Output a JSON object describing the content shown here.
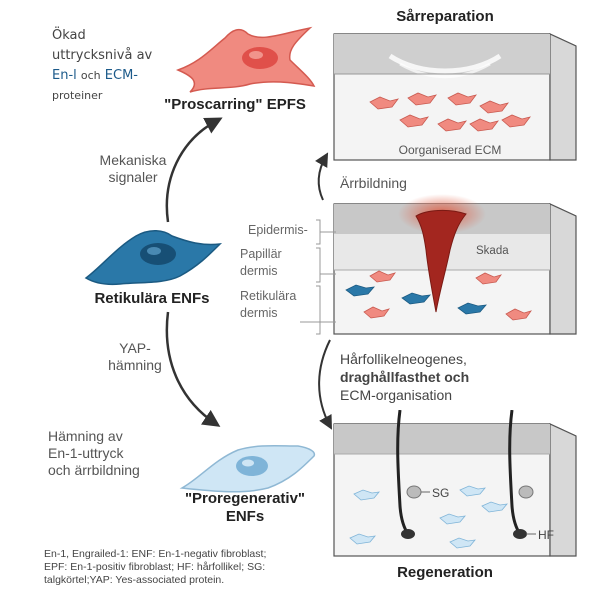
{
  "labels": {
    "top_left_note": {
      "line1": "Ökad",
      "line2": "uttrycksnivå av",
      "line3a": "En-l",
      "line3b": "och",
      "line3c": "ECM-",
      "line4": "proteiner"
    },
    "proscarring": "\"Proscarring\" EPFS",
    "mechanical": {
      "line1": "Mekaniska",
      "line2": "signaler"
    },
    "reticular_enfs": "Retikulära ENFs",
    "yap": {
      "line1": "YAP-",
      "line2": "hämning"
    },
    "inhibition_note": {
      "line1": "Hämning av",
      "line2": "En-1-uttryck",
      "line3": "och ärrbildning"
    },
    "proregenerative": {
      "line1": "\"Proregenerativ\"",
      "line2": "ENFs"
    },
    "wound_repair": "Sårreparation",
    "disorganized_ecm": "Oorganiserad ECM",
    "scarring": "Ärrbildning",
    "epidermis": "Epidermis-",
    "papillary": {
      "line1": "Papillär",
      "line2": "dermis"
    },
    "reticular_dermis": {
      "line1": "Retikulära",
      "line2": "dermis"
    },
    "injury": "Skada",
    "hair_follicle_note": {
      "line1": "Hårfollikelneogenes,",
      "line2": "draghållfasthet och",
      "line3": "ECM-organisation"
    },
    "sg": "SG",
    "hf": "HF",
    "regeneration": "Regeneration",
    "footnote": {
      "line1": "En-1, Engrailed-1: ENF: En-1-negativ fibroblast;",
      "line2": "EPF: En-1-positiv fibroblast; HF: hårfollikel; SG:",
      "line3": "talgkörtel;YAP: Yes-associated protein."
    }
  },
  "colors": {
    "epf_cell": "#f08a80",
    "enf_cell": "#2a78a8",
    "proregen_cell": "#cfe6f5",
    "injury": "#a3261f",
    "arrow": "#333333",
    "block_side": "#d8d8d8"
  }
}
